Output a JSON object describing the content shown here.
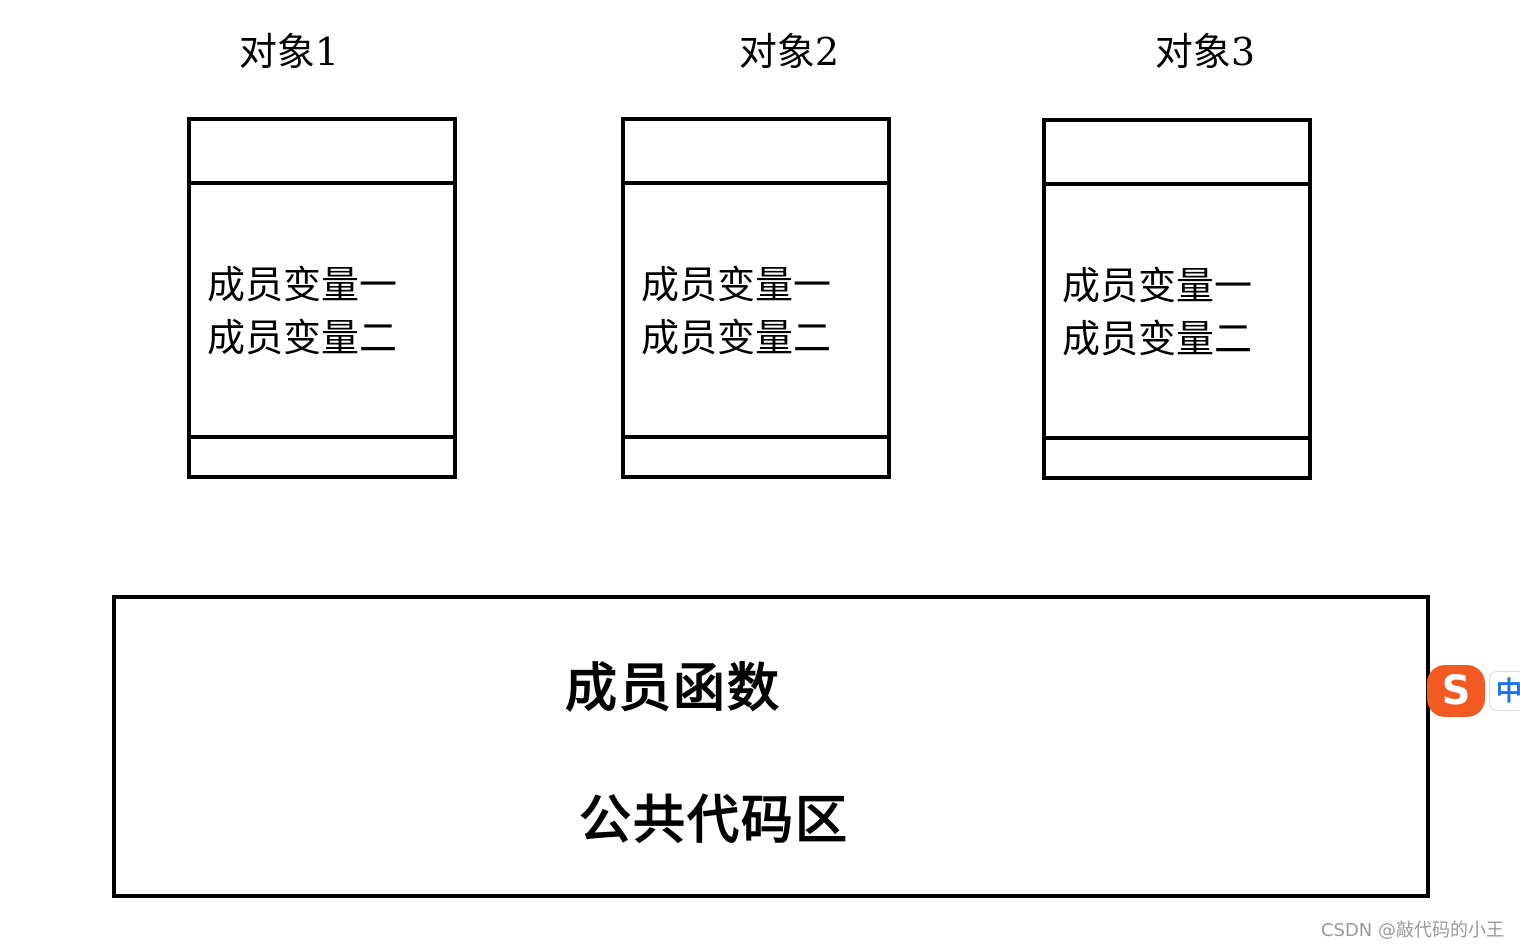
{
  "objects": [
    {
      "title": "对象1",
      "vars": [
        "成员变量一",
        "成员变量二"
      ]
    },
    {
      "title": "对象2",
      "vars": [
        "成员变量一",
        "成员变量二"
      ]
    },
    {
      "title": "对象3",
      "vars": [
        "成员变量一",
        "成员变量二"
      ]
    }
  ],
  "shared": {
    "functions_label": "成员函数",
    "area_label": "公共代码区"
  },
  "ime": {
    "logo_letter": "S",
    "mode_label": "中"
  },
  "watermark": "CSDN @敲代码的小王"
}
